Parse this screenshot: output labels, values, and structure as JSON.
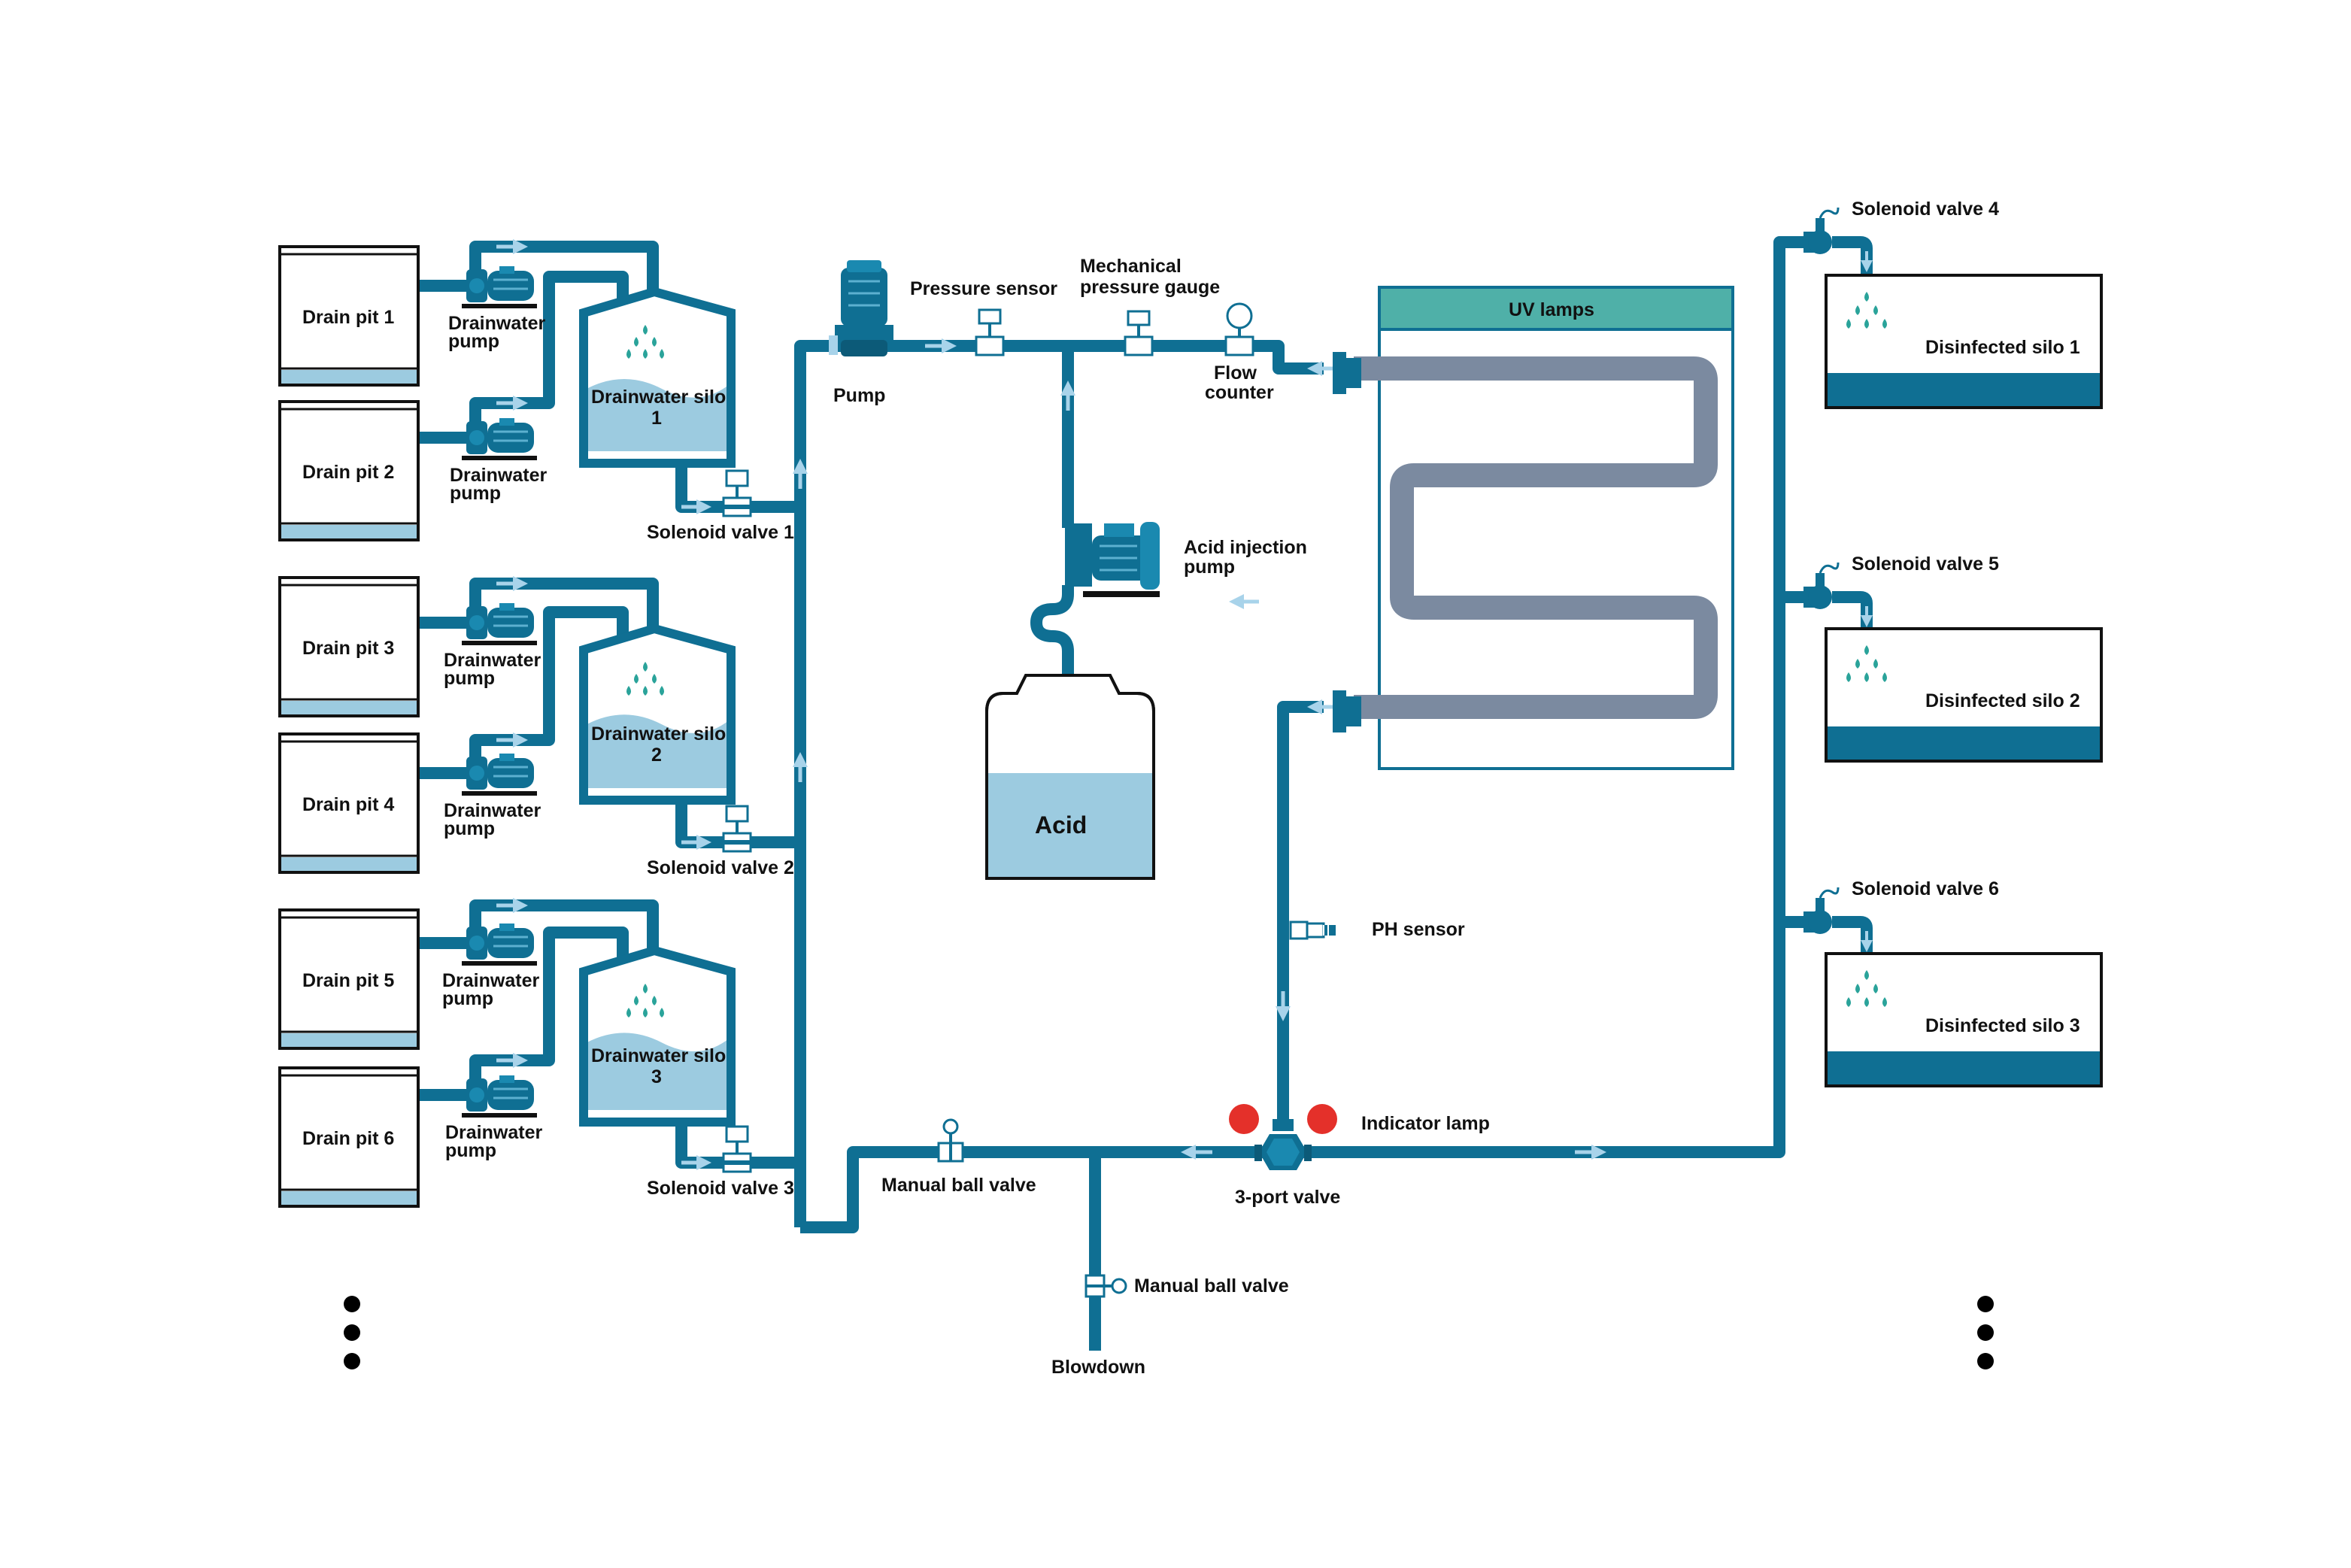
{
  "colors": {
    "pipe": "#0f6f93",
    "water": "#9ccbe0",
    "uv_header": "#4fb0a8",
    "uv_coil": "#7b8aa0",
    "indicator": "#e4302a",
    "drops": "#2aa39a",
    "arrow": "#a8d3ea",
    "outline": "#111111",
    "dots": "#000000"
  },
  "drain_pits": [
    {
      "label": "Drain pit 1"
    },
    {
      "label": "Drain pit 2"
    },
    {
      "label": "Drain pit 3"
    },
    {
      "label": "Drain pit 4"
    },
    {
      "label": "Drain pit 5"
    },
    {
      "label": "Drain pit 6"
    }
  ],
  "drainwater_pumps": [
    {
      "line1": "Drainwater",
      "line2": "pump",
      "icon": "drainwater-pump-icon"
    },
    {
      "line1": "Drainwater",
      "line2": "pump",
      "icon": "drainwater-pump-icon"
    },
    {
      "line1": "Drainwater",
      "line2": "pump",
      "icon": "drainwater-pump-icon"
    },
    {
      "line1": "Drainwater",
      "line2": "pump",
      "icon": "drainwater-pump-icon"
    },
    {
      "line1": "Drainwater",
      "line2": "pump",
      "icon": "drainwater-pump-icon"
    },
    {
      "line1": "Drainwater",
      "line2": "pump",
      "icon": "drainwater-pump-icon"
    }
  ],
  "drainwater_silos": [
    {
      "line1": "Drainwater silo",
      "line2": "1"
    },
    {
      "line1": "Drainwater silo",
      "line2": "2"
    },
    {
      "line1": "Drainwater silo",
      "line2": "3"
    }
  ],
  "solenoid_valves_left": [
    {
      "label": "Solenoid valve 1"
    },
    {
      "label": "Solenoid valve 2"
    },
    {
      "label": "Solenoid valve 3"
    }
  ],
  "main_line": {
    "pump": "Pump",
    "pressure_sensor": "Pressure sensor",
    "gauge_line1": "Mechanical",
    "gauge_line2": "pressure gauge",
    "flow_line1": "Flow",
    "flow_line2": "counter",
    "acid_pump_line1": "Acid injection",
    "acid_pump_line2": "pump",
    "acid_tank": "Acid"
  },
  "uv": {
    "header": "UV lamps"
  },
  "return_line": {
    "ph_sensor": "PH sensor",
    "indicator_lamp": "Indicator lamp",
    "three_port_valve": "3-port valve",
    "manual_ball_valve_1": "Manual ball valve",
    "manual_ball_valve_2": "Manual ball valve",
    "blowdown": "Blowdown"
  },
  "solenoid_valves_right": [
    {
      "label": "Solenoid valve 4"
    },
    {
      "label": "Solenoid valve 5"
    },
    {
      "label": "Solenoid valve 6"
    }
  ],
  "disinfected_silos": [
    {
      "label": "Disinfected silo 1"
    },
    {
      "label": "Disinfected silo 2"
    },
    {
      "label": "Disinfected silo 3"
    }
  ]
}
